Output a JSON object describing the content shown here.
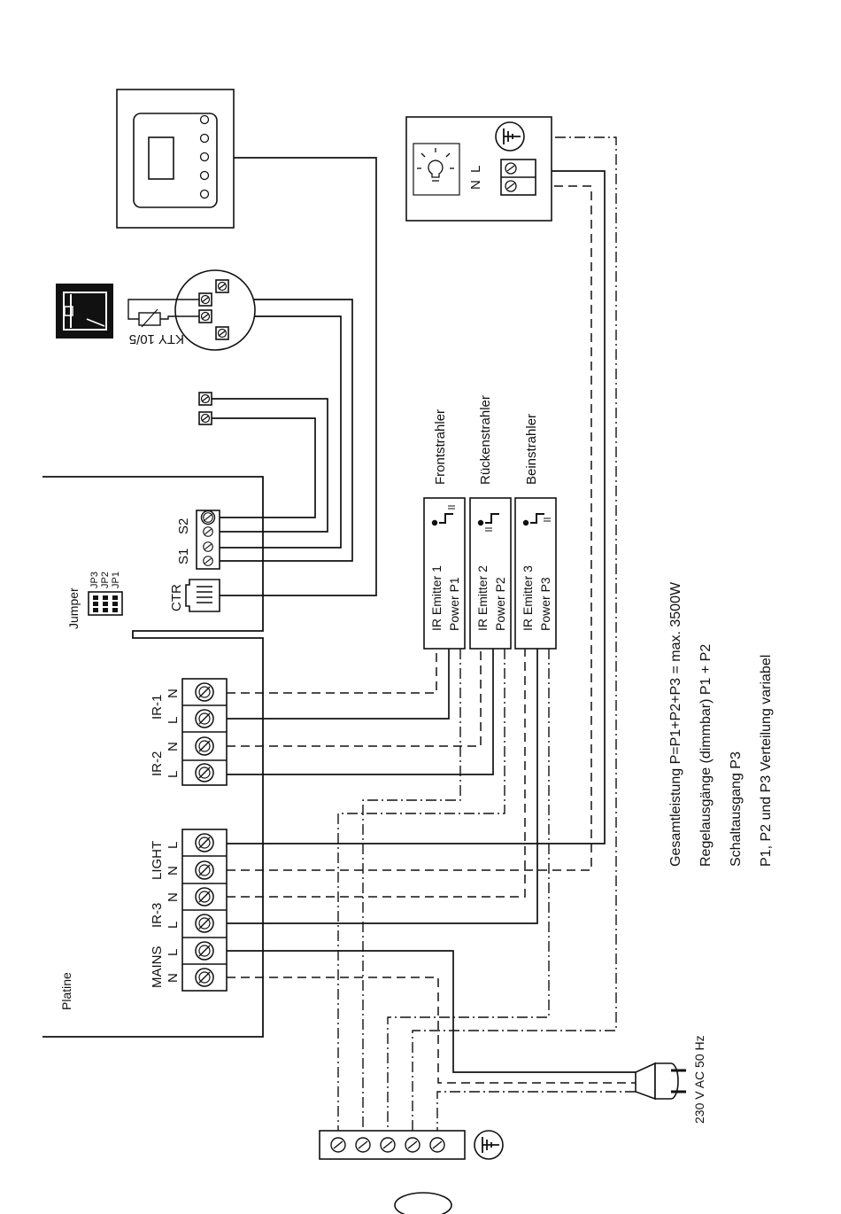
{
  "board": {
    "name": "Platine",
    "jumper": {
      "title": "Jumper",
      "labels": [
        "JP3",
        "JP2",
        "JP1"
      ]
    },
    "ctr_label": "CTR",
    "sensor_inputs": {
      "s1": "S1",
      "s2": "S2"
    },
    "ir1": {
      "name": "IR-1",
      "pins": [
        "N",
        "L"
      ]
    },
    "ir2": {
      "name": "IR-2",
      "pins": [
        "N",
        "L"
      ]
    },
    "light": {
      "name": "LIGHT",
      "pins": [
        "L",
        "N"
      ]
    },
    "ir3": {
      "name": "IR-3",
      "pins": [
        "N",
        "L"
      ]
    },
    "mains": {
      "name": "MAINS",
      "pins": [
        "L",
        "N"
      ]
    }
  },
  "sensor": {
    "label": "KTY 10/5"
  },
  "lamp": {
    "pins": [
      "N",
      "L"
    ]
  },
  "emitters": [
    {
      "heading": "Frontstrahler",
      "line1": "IR  Emitter 1",
      "line2": "Power P1"
    },
    {
      "heading": "Rückenstrahler",
      "line1": "IR  Emitter 2",
      "line2": "Power P2"
    },
    {
      "heading": "Beinstrahler",
      "line1": "IR  Emitter 3",
      "line2": "Power P3"
    }
  ],
  "supply": {
    "label": "230 V AC 50 Hz"
  },
  "notes": [
    "Gesamtleistung P=P1+P2+P3 = max. 3500W",
    "Regelausgänge (dimmbar) P1 + P2",
    "Schaltausgang P3",
    "P1, P2 und P3 Verteilung variabel"
  ]
}
